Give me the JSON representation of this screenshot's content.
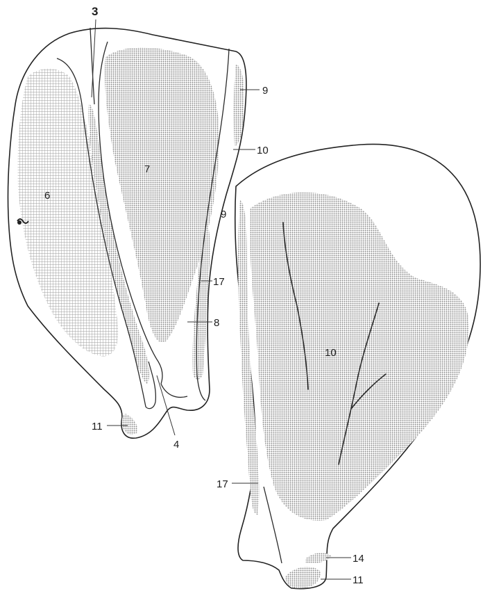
{
  "labels": {
    "top": "3",
    "upper_right_a": "9",
    "upper_right_b": "10",
    "middle_right_a": "9",
    "middle_right_b": "17",
    "middle_right_c": "8",
    "left_area": "6",
    "center_area": "7",
    "bottom_left": "11",
    "bottom_center": "4",
    "large_area": "10",
    "lower_left": "17",
    "bottom_right_a": "14",
    "bottom_right_b": "11"
  },
  "colors": {
    "stroke": "#222222",
    "shade_dot": "#8a8a8a",
    "shade_grid": "#9a9a9a",
    "background": "#ffffff"
  }
}
